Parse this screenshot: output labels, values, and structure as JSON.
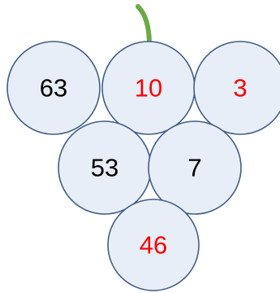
{
  "grapes": [
    {
      "value": "63",
      "color": "#000000"
    },
    {
      "value": "10",
      "color": "#ff0000"
    },
    {
      "value": "3",
      "color": "#ff0000"
    },
    {
      "value": "53",
      "color": "#000000"
    },
    {
      "value": "7",
      "color": "#000000"
    },
    {
      "value": "46",
      "color": "#ff0000"
    }
  ],
  "colors": {
    "fill": "#e8eef8",
    "stroke": "#3f5f86",
    "stem": "#6aaa45"
  }
}
